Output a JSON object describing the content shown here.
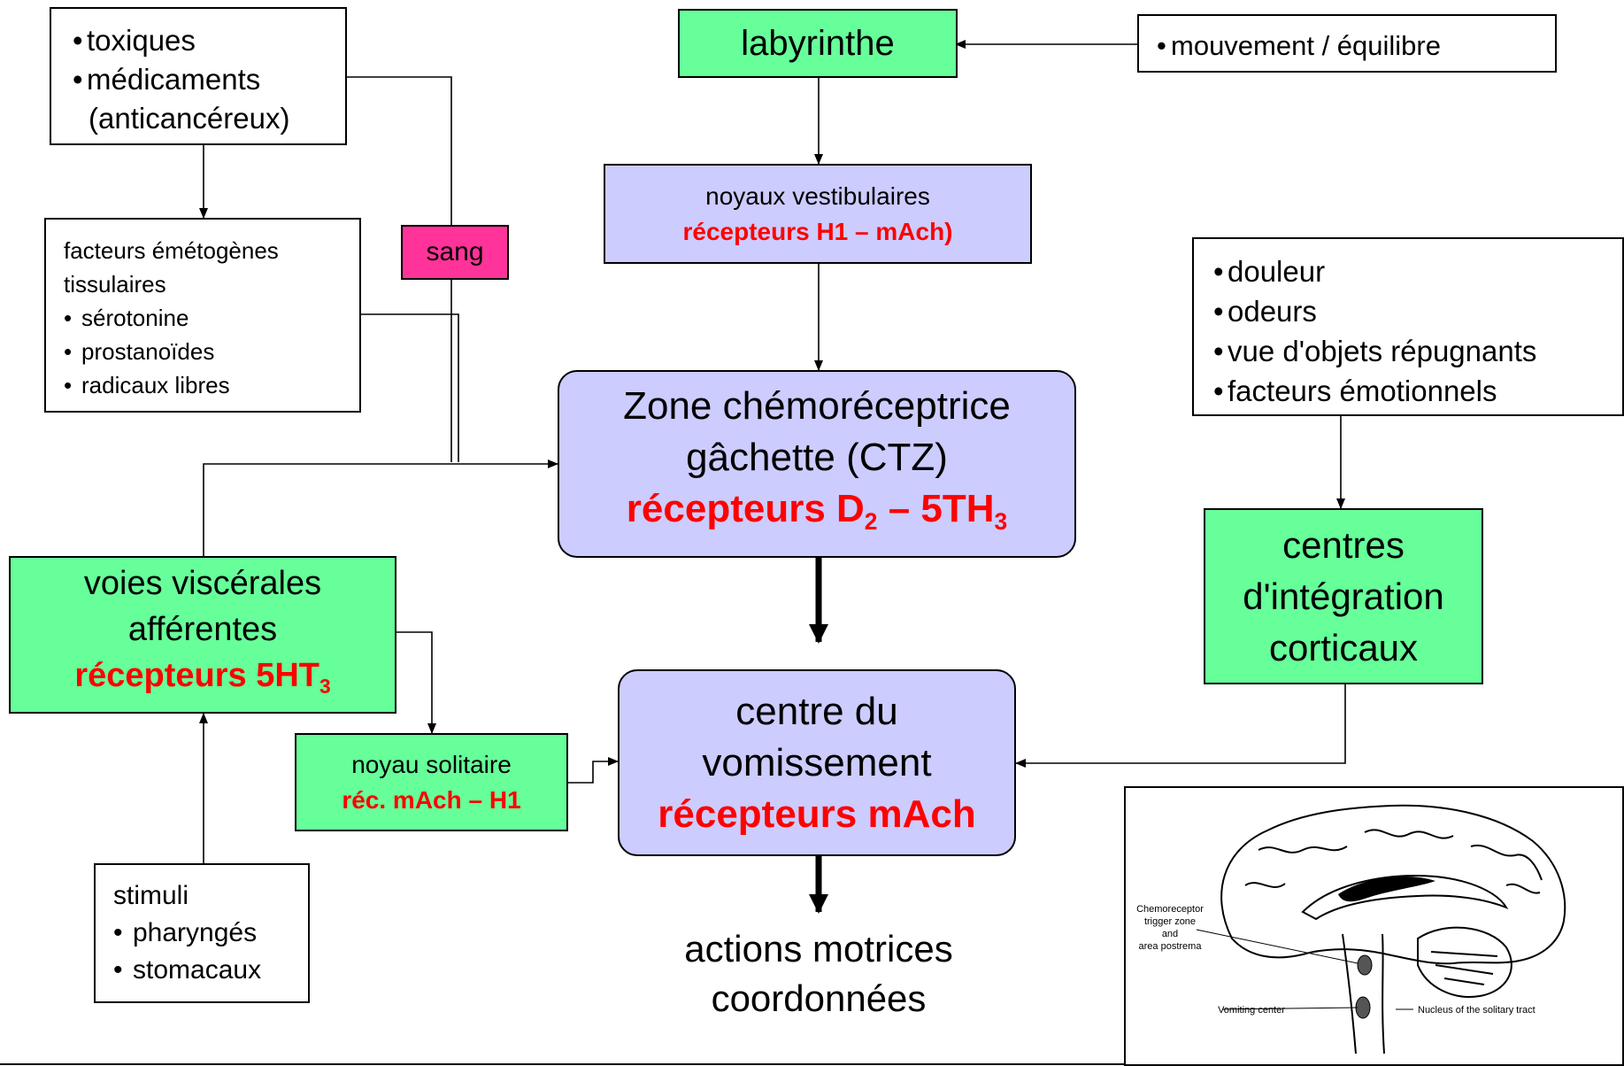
{
  "toxiques": {
    "items": [
      "toxiques",
      "médicaments"
    ],
    "extra": "(anticancéreux)"
  },
  "labyrinthe": "labyrinthe",
  "mouvement": "mouvement / équilibre",
  "vestibulaires": {
    "title": "noyaux vestibulaires",
    "recepteurs": "récepteurs H1 – mAch)"
  },
  "facteurs": {
    "title1": "facteurs émétogènes",
    "title2": "tissulaires",
    "items": [
      "sérotonine",
      "prostanoïdes",
      "radicaux libres"
    ]
  },
  "sang": "sang",
  "douleur": {
    "items": [
      "douleur",
      "odeurs",
      "vue d'objets répugnants",
      "facteurs émotionnels"
    ]
  },
  "ctz": {
    "line1": "Zone chémoréceptrice",
    "line2": "gâchette (CTZ)",
    "rec_prefix": "récepteurs D",
    "rec_sub1": "2",
    "rec_mid": " – 5TH",
    "rec_sub2": "3"
  },
  "visceral": {
    "line1": "voies viscérales",
    "line2": "afférentes",
    "rec_prefix": "récepteurs 5HT",
    "rec_sub": "3"
  },
  "centres": {
    "line1": "centres",
    "line2": "d'intégration",
    "line3": "corticaux"
  },
  "solitaire": {
    "title": "noyau solitaire",
    "recepteurs": "réc. mAch – H1"
  },
  "vomissement": {
    "line1": "centre du",
    "line2": "vomissement",
    "recepteurs": "récepteurs mAch"
  },
  "stimuli": {
    "title": "stimuli",
    "items": [
      "pharyngés",
      "stomacaux"
    ]
  },
  "actions": {
    "line1": "actions motrices",
    "line2": "coordonnées"
  },
  "brain": {
    "ctz_label1": "Chemoreceptor",
    "ctz_label2": "trigger zone",
    "ctz_label3": "and",
    "ctz_label4": "area postrema",
    "vomiting_label": "Vomiting center",
    "nucleus_label": "Nucleus of the solitary tract"
  },
  "colors": {
    "green": "#66ff99",
    "lavender": "#ccccff",
    "pink": "#ff3399",
    "red": "#ff0000"
  }
}
